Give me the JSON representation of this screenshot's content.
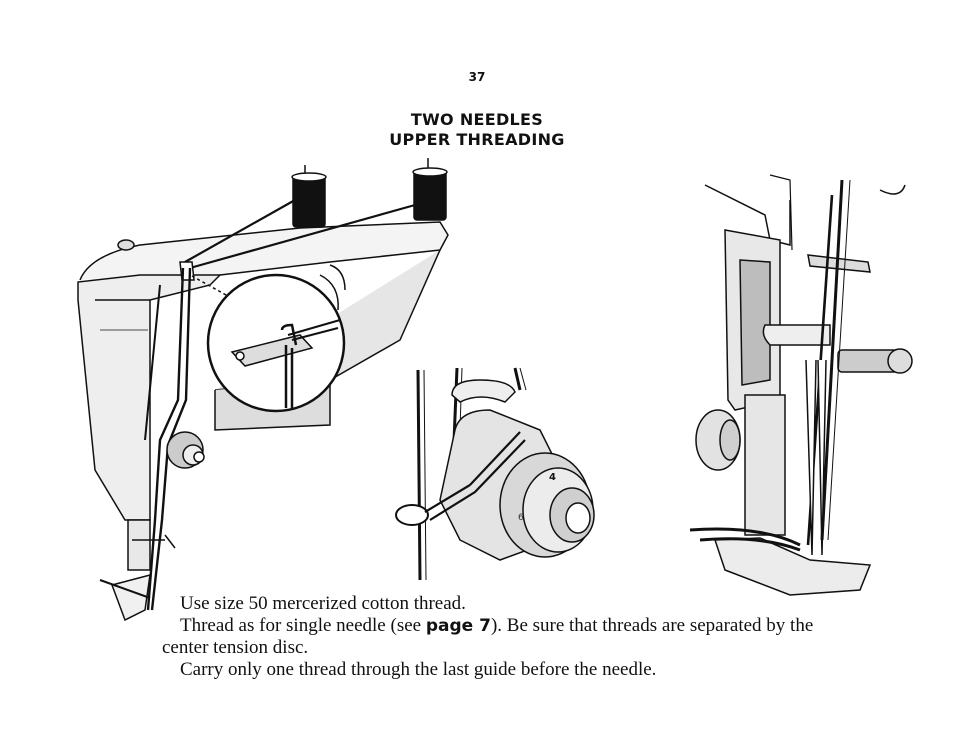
{
  "page": {
    "number": "37"
  },
  "heading": {
    "line1": "TWO NEEDLES",
    "line2": "UPPER THREADING"
  },
  "figures": {
    "dial_number": "4",
    "dial_digit": "6"
  },
  "instructions": {
    "p1": "Use size 50 mercerized cotton thread.",
    "p2_before": "Thread as for single needle (see ",
    "p2_ref": "page 7",
    "p2_after": "). Be sure that threads are separated by the center tension disc.",
    "p3": "Carry only one thread through the last guide before the needle."
  }
}
